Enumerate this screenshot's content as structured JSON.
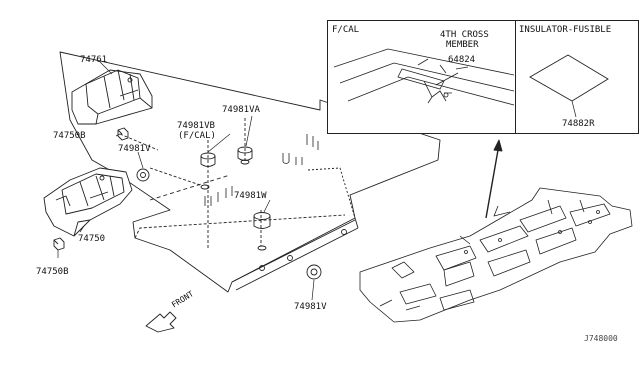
{
  "callouts": {
    "part_74761": "74761",
    "part_74750B_top": "74750B",
    "part_74981V_left": "74981V",
    "part_74750": "74750",
    "part_74750B_bottom": "74750B",
    "part_74981VB": "74981VB",
    "part_74981VB_note": "(F/CAL)",
    "part_74981VA": "74981VA",
    "part_74981W": "74981W",
    "part_74981V_bottom": "74981V"
  },
  "inset_fcal": {
    "title": "F/CAL",
    "member_label_line1": "4TH CROSS",
    "member_label_line2": "MEMBER",
    "part_64824": "64824"
  },
  "inset_insulator": {
    "title": "INSULATOR-FUSIBLE",
    "part_74882R": "74882R"
  },
  "direction": {
    "label": "FRONT"
  },
  "diagram_id": "J748000"
}
